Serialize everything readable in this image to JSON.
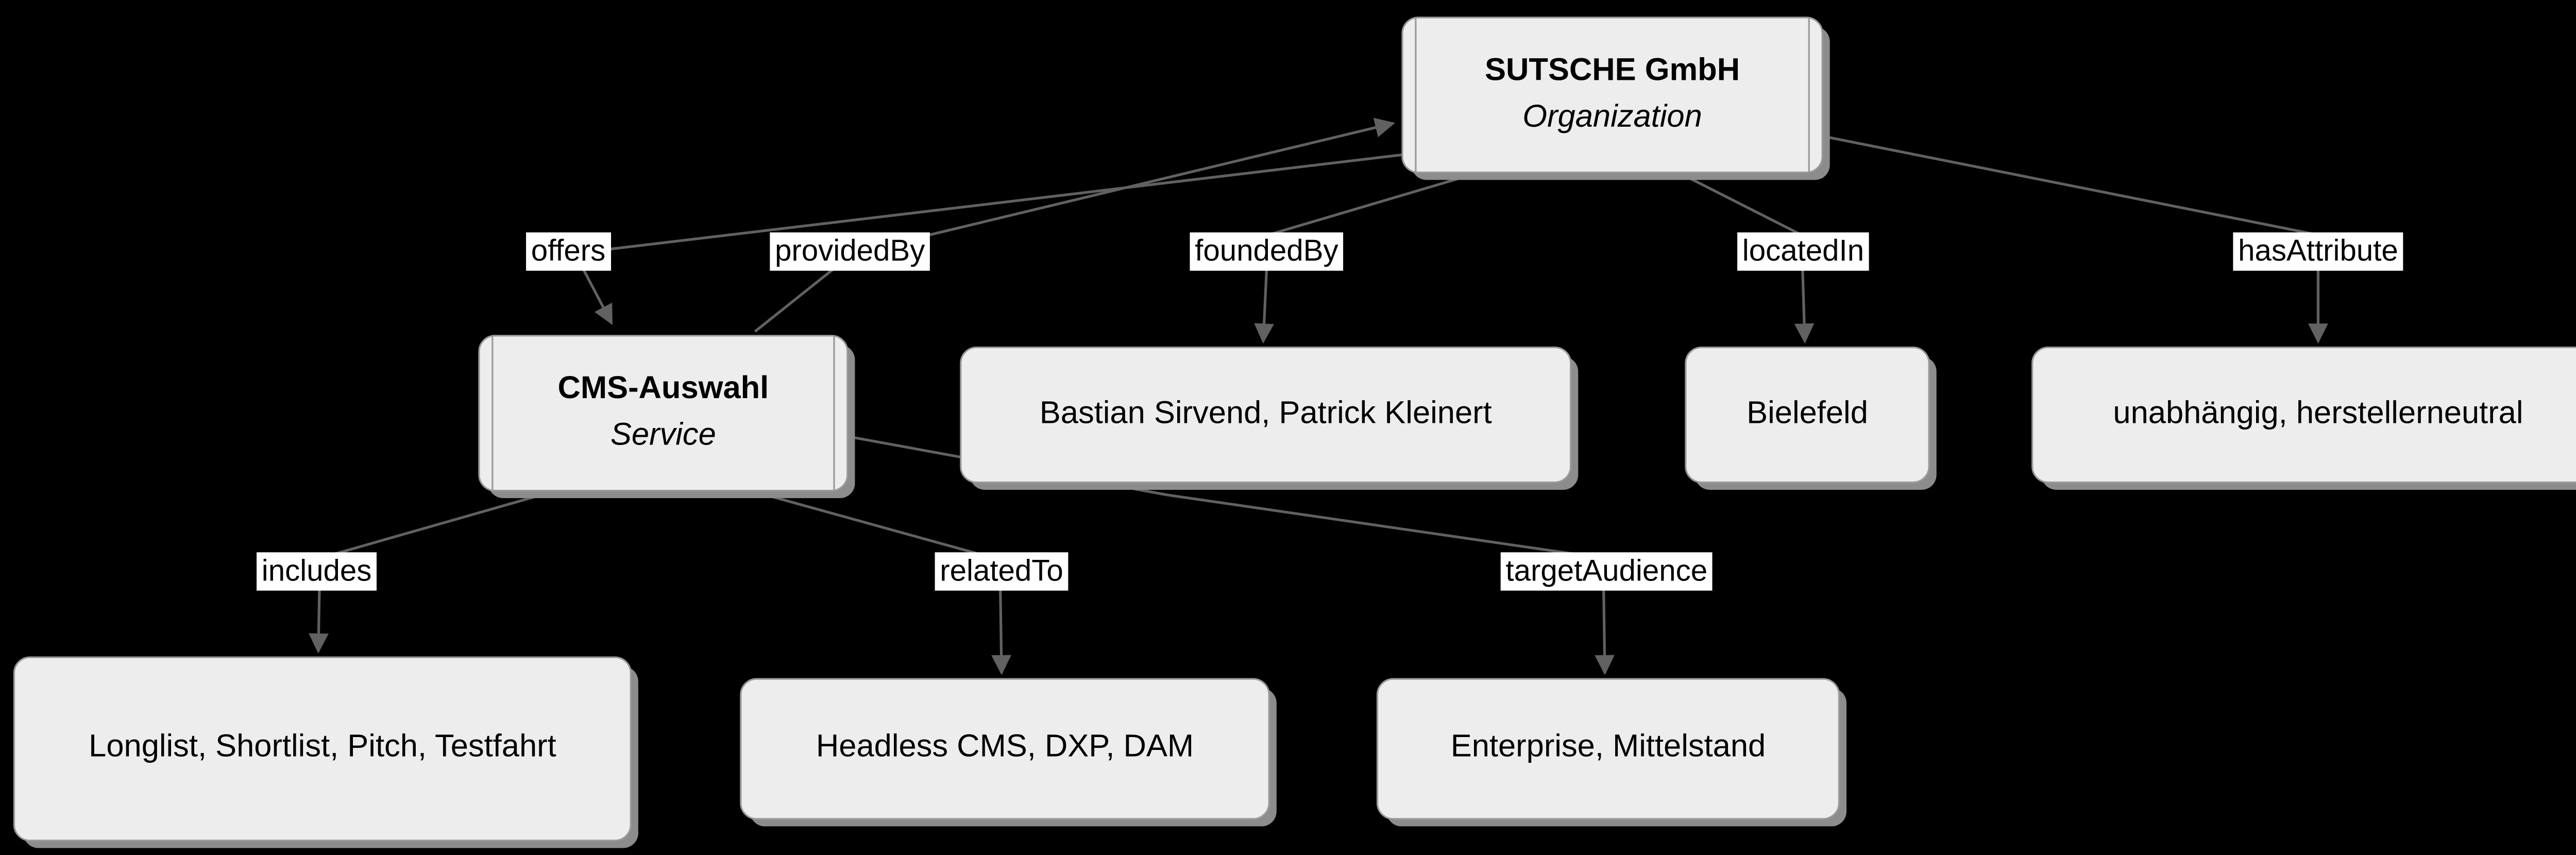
{
  "colors": {
    "background": "#000000",
    "node_fill": "#ededed",
    "node_border": "#9a9a9a",
    "node_shadow": "#8c8c8c",
    "edge_line": "#616161",
    "edge_label_background": "#ffffff",
    "text": "#000000"
  },
  "nodes": {
    "sutsche": {
      "title": "SUTSCHE GmbH",
      "subtitle": "Organization"
    },
    "cms": {
      "title": "CMS-Auswahl",
      "subtitle": "Service"
    },
    "founders": {
      "label": "Bastian Sirvend, Patrick Kleinert"
    },
    "location": {
      "label": "Bielefeld"
    },
    "attributes": {
      "label": "unabhängig, herstellerneutral"
    },
    "includes_items": {
      "label": "Longlist, Shortlist, Pitch, Testfahrt"
    },
    "related_topics": {
      "label": "Headless CMS, DXP, DAM"
    },
    "audience": {
      "label": "Enterprise, Mittelstand"
    }
  },
  "edges": {
    "offers": {
      "label": "offers",
      "from": "SUTSCHE GmbH",
      "to": "CMS-Auswahl"
    },
    "providedBy": {
      "label": "providedBy",
      "from": "CMS-Auswahl",
      "to": "SUTSCHE GmbH"
    },
    "foundedBy": {
      "label": "foundedBy",
      "from": "SUTSCHE GmbH",
      "to": "Bastian Sirvend, Patrick Kleinert"
    },
    "locatedIn": {
      "label": "locatedIn",
      "from": "SUTSCHE GmbH",
      "to": "Bielefeld"
    },
    "hasAttribute": {
      "label": "hasAttribute",
      "from": "SUTSCHE GmbH",
      "to": "unabhängig, herstellerneutral"
    },
    "includes": {
      "label": "includes",
      "from": "CMS-Auswahl",
      "to": "Longlist, Shortlist, Pitch, Testfahrt"
    },
    "relatedTo": {
      "label": "relatedTo",
      "from": "CMS-Auswahl",
      "to": "Headless CMS, DXP, DAM"
    },
    "targetAudience": {
      "label": "targetAudience",
      "from": "CMS-Auswahl",
      "to": "Enterprise, Mittelstand"
    }
  }
}
